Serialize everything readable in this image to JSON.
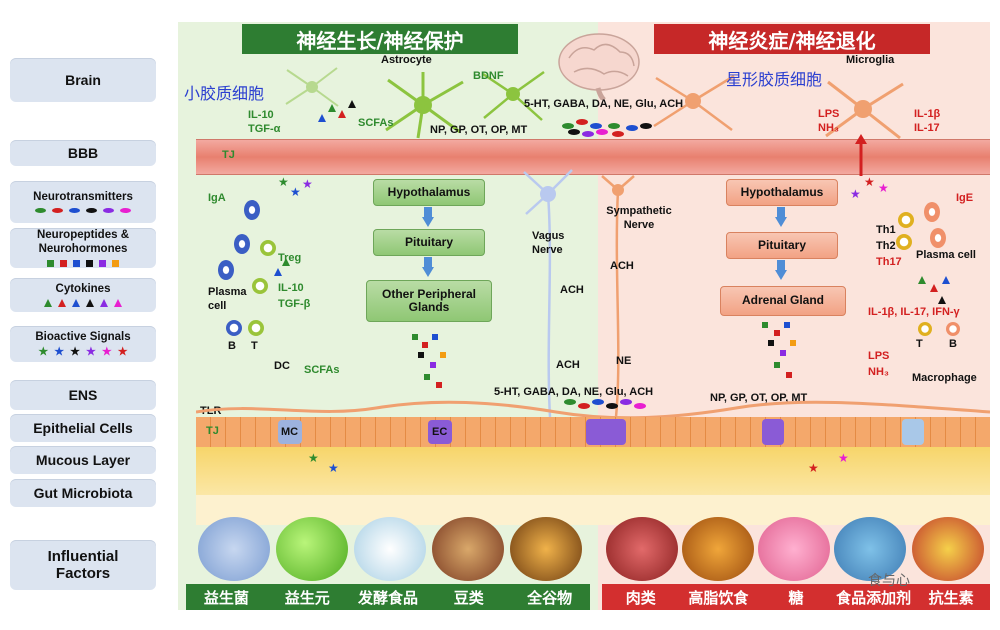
{
  "legend": {
    "brain": "Brain",
    "bbb": "BBB",
    "neurotransmitters": "Neurotransmitters",
    "neuropeptides": "Neuropeptides & Neurohormones",
    "cytokines": "Cytokines",
    "bioactive": "Bioactive Signals",
    "ens": "ENS",
    "epithelial": "Epithelial Cells",
    "mucous": "Mucous Layer",
    "gut_microbiota": "Gut Microbiota",
    "influential": "Influential Factors"
  },
  "titles": {
    "left": "神经生长/神经保护",
    "right": "神经炎症/神经退化"
  },
  "labels": {
    "astrocyte": "Astrocyte",
    "microglia": "Microglia",
    "bdnf": "BDNF",
    "microglia_cn": "小胶质细胞",
    "astrocyte_cn": "星形胶质细胞",
    "il10_top": "IL-10",
    "tgfa": "TGF-α",
    "scfas_top": "SCFAs",
    "brain_nt": "5-HT, GABA, DA, NE, Glu, ACH",
    "brain_np": "NP, GP, OT, OP, MT",
    "lps_top": "LPS",
    "nh3_top": "NH₃",
    "il1b_top": "IL-1β",
    "il17_top": "IL-17",
    "tj_top": "TJ",
    "iga": "IgA",
    "treg": "Treg",
    "plasma_cell": "Plasma cell",
    "il10": "IL-10",
    "tgfb": "TGF-β",
    "b": "B",
    "t": "T",
    "dc": "DC",
    "scfas": "SCFAs",
    "tlr": "TLR",
    "tj_bottom": "TJ",
    "mc": "MC",
    "ec": "EC",
    "hypothalamus_l": "Hypothalamus",
    "pituitary_l": "Pituitary",
    "other_glands": "Other Peripheral Glands",
    "vagus": "Vagus Nerve",
    "ach_vagus": "ACH",
    "ach_low": "ACH",
    "gut_nt": "5-HT, GABA, DA, NE, Glu, ACH",
    "sympathetic": "Sympathetic Nerve",
    "ach_symp": "ACH",
    "ne": "NE",
    "hypothalamus_r": "Hypothalamus",
    "pituitary_r": "Pituitary",
    "adrenal": "Adrenal Gland",
    "gut_np": "NP, GP, OT, OP, MT",
    "ige": "IgE",
    "th1": "Th1",
    "th2": "Th2",
    "th17": "Th17",
    "plasma_cell_r": "Plasma cell",
    "cytokines_r": "IL-1β, IL-17, IFN-γ",
    "t_r": "T",
    "b_r": "B",
    "lps_bottom": "LPS",
    "nh3_bottom": "NH₃",
    "macrophage": "Macrophage"
  },
  "foods_left": [
    "益生菌",
    "益生元",
    "发酵食品",
    "豆类",
    "全谷物"
  ],
  "foods_right": [
    "肉类",
    "高脂饮食",
    "糖",
    "食品添加剂",
    "抗生素"
  ],
  "watermark": "食与心",
  "colors": {
    "green_title": "#2e7d32",
    "red_title": "#c62828",
    "green_bar": "#2e7d32",
    "red_bar": "#d32f2f"
  }
}
